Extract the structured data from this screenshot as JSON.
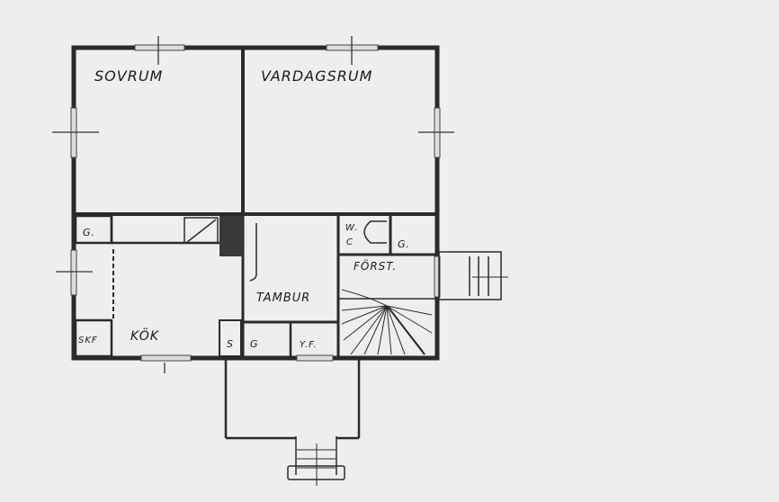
{
  "plan": {
    "rooms": {
      "sovrum": "SOVRUM",
      "vardagsrum": "VARDAGSRUM",
      "kok": "KÖK",
      "tambur": "TAMBUR",
      "forst": "FÖRST.",
      "wc_line1": "W.",
      "wc_line2": "C",
      "g_left": "G.",
      "g_right": "G.",
      "g_bottom": "G",
      "skf": "SKF",
      "s": "S",
      "yf": "Y.F."
    },
    "colors": {
      "background": "#eeeeee",
      "wall": "#2a2a2a",
      "chimney": "#3a3a3a",
      "line": "#333333"
    }
  }
}
